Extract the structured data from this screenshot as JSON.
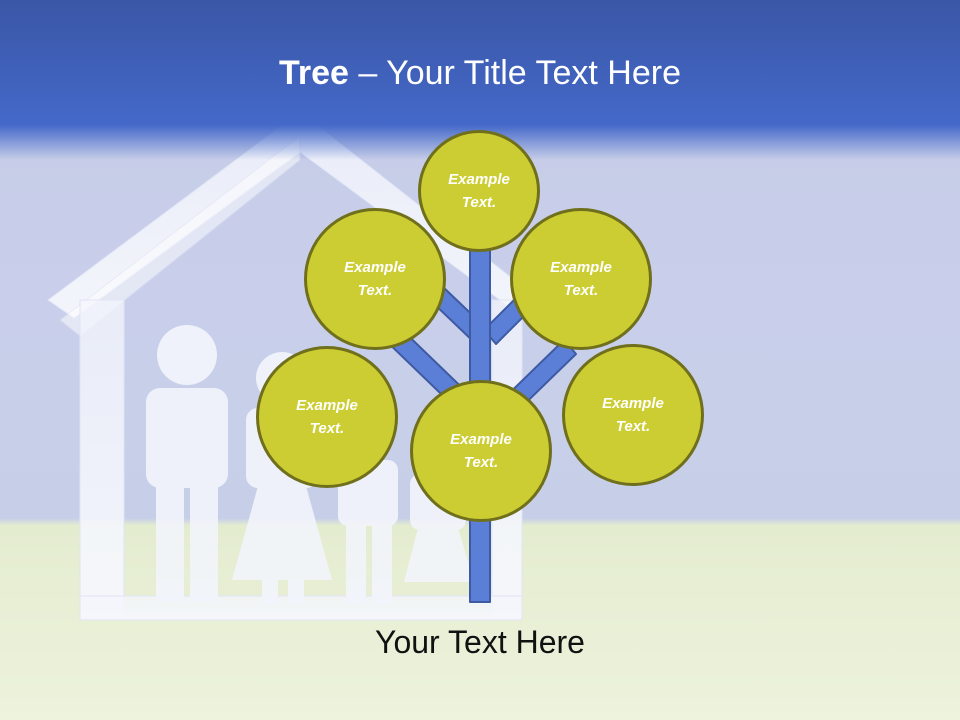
{
  "slide": {
    "title_strong": "Tree",
    "title_rest": " – Your Title Text Here",
    "footer": "Your Text Here"
  },
  "bubbles": [
    {
      "label": "Example Text."
    },
    {
      "label": "Example Text."
    },
    {
      "label": "Example Text."
    },
    {
      "label": "Example Text."
    },
    {
      "label": "Example Text."
    },
    {
      "label": "Example Text."
    }
  ],
  "colors": {
    "title_band": "#4469c9",
    "bubble_fill": "#cccc33",
    "bubble_border": "#6f6f1c",
    "trunk": "#5b7fd6",
    "trunk_border": "#3e5aa3"
  },
  "icons": [
    "house-family-illustration"
  ]
}
